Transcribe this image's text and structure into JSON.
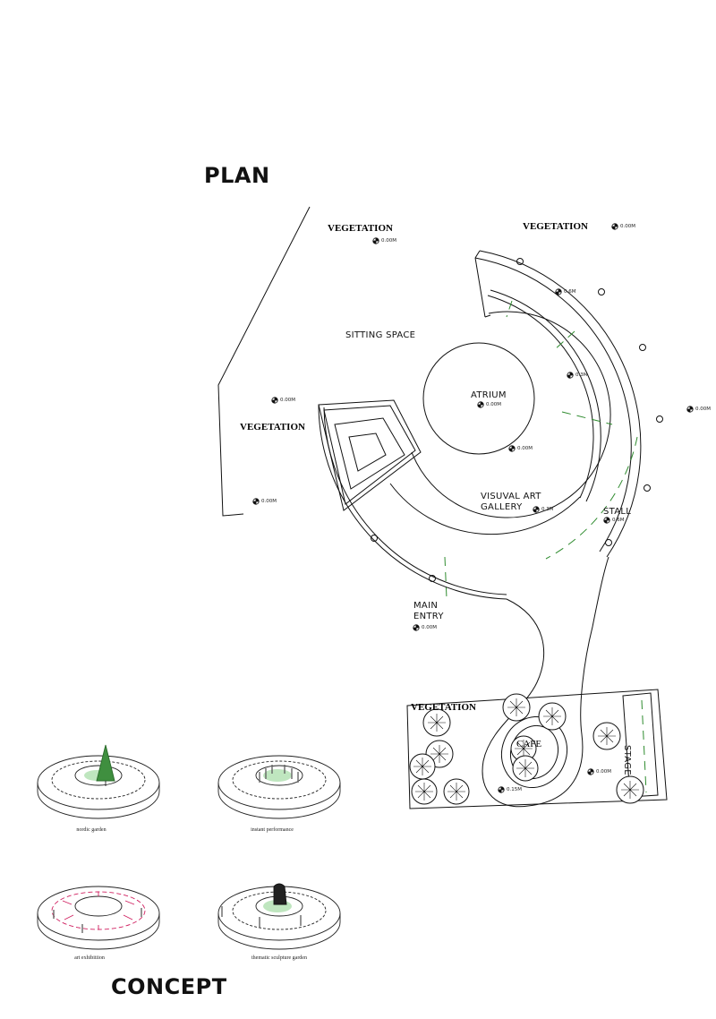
{
  "headings": {
    "plan": "PLAN",
    "concept": "CONCEPT"
  },
  "labels": {
    "vegetation": "VEGETATION",
    "sitting_space": "SITTING SPACE",
    "atrium": "ATRIUM",
    "gallery_line1": "VISUVAL ART",
    "gallery_line2": "GALLERY",
    "stall": "STALL",
    "main_entry_line1": "MAIN",
    "main_entry_line2": "ENTRY",
    "cafe": "CAFE",
    "stage": "STAGE"
  },
  "levels": {
    "l000": "0.00M",
    "l06": "0.6M",
    "l03": "0.3M",
    "l015": "0.15M"
  },
  "concept_captions": {
    "nordic": "nordic garden",
    "instant": "instant performance",
    "art": "art exhibitiion",
    "sculpture": "thematic sculpture garden"
  },
  "colors": {
    "ink": "#111111",
    "green_dash": "#2e8b2e",
    "red_dash": "#d02060",
    "green_fill": "#bfe6bf"
  }
}
